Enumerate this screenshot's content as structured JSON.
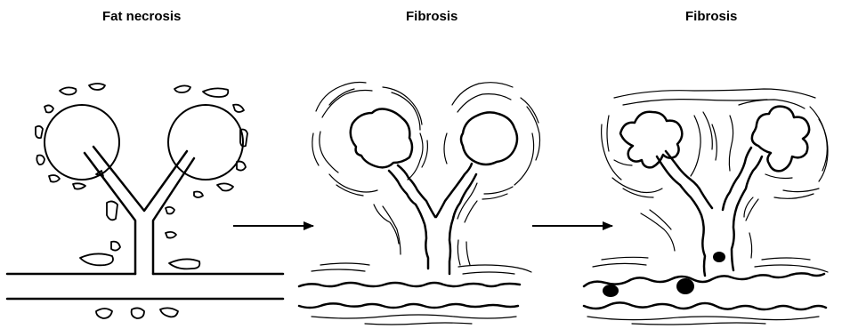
{
  "labels": {
    "panel_1": "Fat necrosis",
    "panel_2": "Fibrosis",
    "panel_3": "Fibrosis"
  },
  "colors": {
    "ink": "#000000",
    "background": "#ffffff"
  }
}
